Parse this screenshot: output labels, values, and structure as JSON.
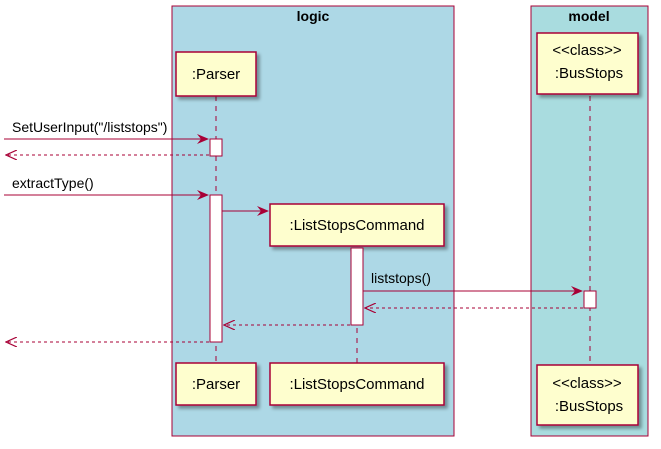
{
  "boxes": {
    "logic": {
      "title": "logic",
      "color": "#ADD8E6"
    },
    "model": {
      "title": "model",
      "color": "#A9DCDF"
    }
  },
  "participants": {
    "parser": {
      "label": ":Parser"
    },
    "listStopsCommand": {
      "label": ":ListStopsCommand"
    },
    "busStops": {
      "stereotype": "<<class>>",
      "label": ":BusStops"
    }
  },
  "messages": {
    "setUserInput": "SetUserInput(\"/liststops\")",
    "extractType": "extractType()",
    "liststops": "liststops()"
  },
  "colors": {
    "arrow": "#A80036",
    "participant_fill": "#FEFECE",
    "participant_border": "#A80036",
    "box_border": "#A80036",
    "activation_fill": "#FFFFFF"
  }
}
